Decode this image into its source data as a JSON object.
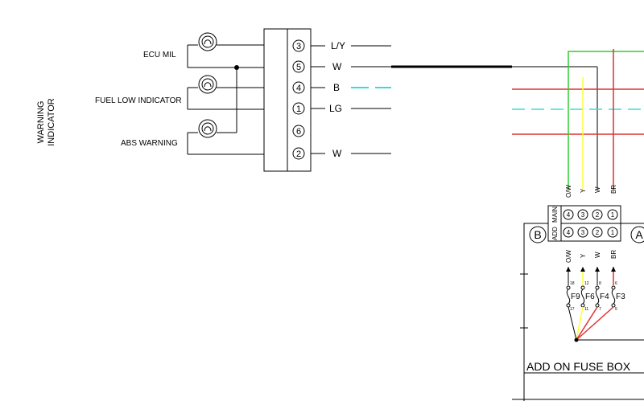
{
  "side_title": [
    "WARNING",
    "INDICATOR"
  ],
  "lamps": [
    {
      "label": "ECU MIL",
      "icon": "bulb-icon"
    },
    {
      "label": "FUEL LOW INDICATOR",
      "icon": "bulb-icon"
    },
    {
      "label": "ABS WARNING",
      "icon": "bulb-icon"
    }
  ],
  "connector_pins": [
    {
      "pin": "3",
      "wire": "L/Y"
    },
    {
      "pin": "5",
      "wire": "W"
    },
    {
      "pin": "4",
      "wire": "B"
    },
    {
      "pin": "1",
      "wire": "LG"
    },
    {
      "pin": "6",
      "wire": ""
    },
    {
      "pin": "2",
      "wire": "W"
    }
  ],
  "fuse_box": {
    "title": "ADD ON FUSE BOX",
    "row_labels": {
      "main": "MAIN",
      "add": "ADD"
    },
    "connector_b": "B",
    "connector_a": "A",
    "pins": [
      "4",
      "3",
      "2",
      "1"
    ],
    "wire_colors": [
      "O/W",
      "Y",
      "W",
      "BR"
    ],
    "fuses": [
      "F9",
      "F6",
      "F4",
      "F3"
    ],
    "fuse_terminals_top": [
      "18",
      "12",
      "8",
      "6"
    ],
    "fuse_terminals_bottom": [
      "17",
      "11",
      "7",
      "5"
    ]
  },
  "colors": {
    "ow": "#33cc33",
    "y": "#ffff33",
    "w": "#555555",
    "br": "#dd3333",
    "red": "#dd3333",
    "cyan": "#33dddd",
    "line": "#000000"
  }
}
